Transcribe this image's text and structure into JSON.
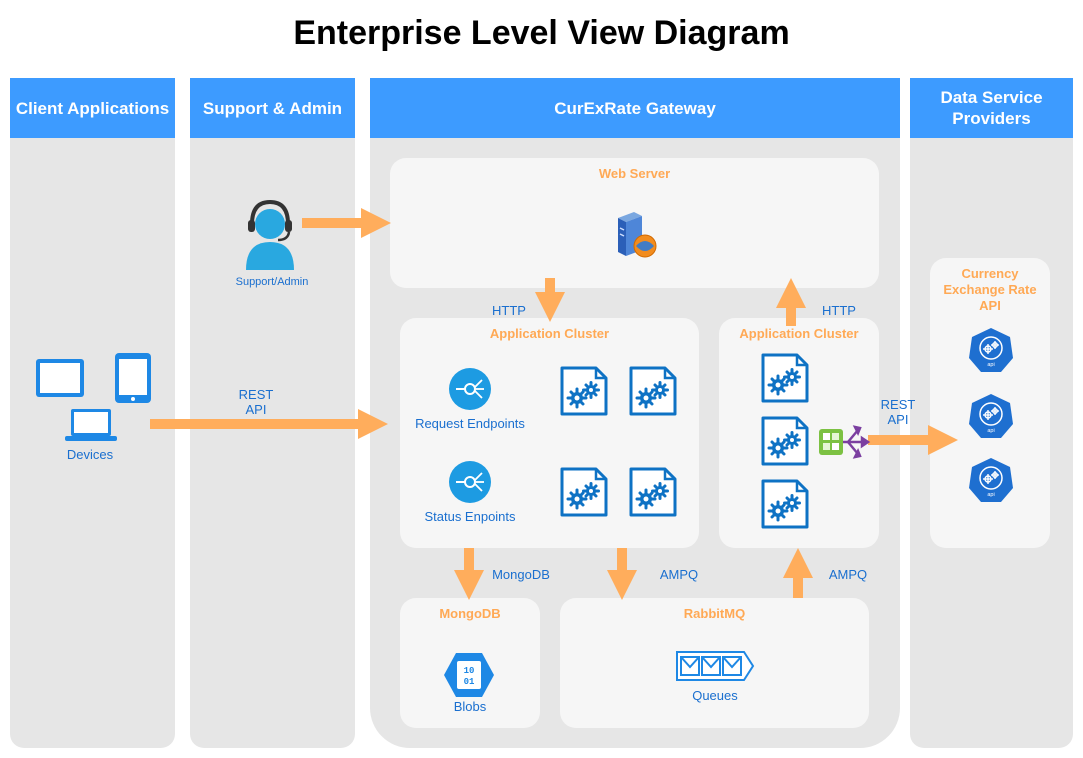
{
  "title": "Enterprise Level View Diagram",
  "lanes": {
    "client": "Client Applications",
    "support": "Support & Admin",
    "gateway": "CurExRate Gateway",
    "data_line1": "Data Service",
    "data_line2": "Providers"
  },
  "labels": {
    "support_admin": "Support/Admin",
    "devices": "Devices",
    "rest_api_line1": "REST",
    "rest_api_line2": "API",
    "http": "HTTP",
    "mongodb_arrow": "MongoDB",
    "ampq": "AMPQ"
  },
  "boxes": {
    "web_server": "Web Server",
    "app_cluster": "Application Cluster",
    "mongodb": "MongoDB",
    "rabbitmq": "RabbitMQ",
    "currency_line1": "Currency",
    "currency_line2": "Exchange Rate",
    "currency_line3": "API"
  },
  "items": {
    "request_endpoints": "Request Endpoints",
    "status_endpoints": "Status Enpoints",
    "blobs": "Blobs",
    "queues": "Queues",
    "api_badge": "api",
    "blob_bits_top": "10",
    "blob_bits_bottom": "01"
  },
  "colors": {
    "lane_header": "#3d9bff",
    "lane_bg": "#e6e6e6",
    "box_bg": "#f6f6f6",
    "arrow": "#ffad5c",
    "icon_blue": "#1a6fcf",
    "box_title": "#ffa955"
  },
  "icons": [
    "support-agent-icon",
    "tablet-icon",
    "phone-icon",
    "laptop-icon",
    "web-server-icon",
    "endpoint-icon",
    "cog-document-icon",
    "gateway-router-icon",
    "blob-storage-icon",
    "queue-icon",
    "api-hexagon-icon"
  ]
}
